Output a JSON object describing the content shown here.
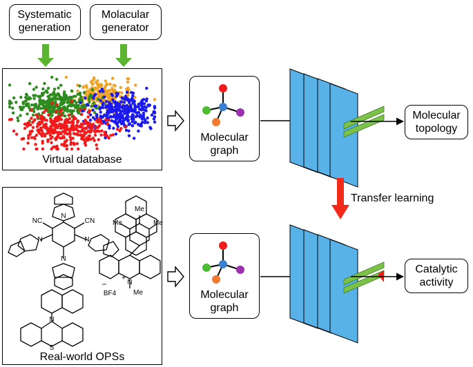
{
  "inputs": {
    "systematic": "Systematic\ngeneration",
    "generator": "Molacular\ngenerator"
  },
  "virtual_db": {
    "label": "Virtual database"
  },
  "real_opss": {
    "label": "Real-world OPSs"
  },
  "graph_top": {
    "label": "Molecular\ngraph"
  },
  "graph_bottom": {
    "label": "Molecular\ngraph"
  },
  "output_top": {
    "label": "Molecular\ntopology"
  },
  "output_bottom": {
    "label": "Catalytic\nactivity"
  },
  "transfer": {
    "label": "Transfer learning"
  },
  "chem_labels": {
    "nc": "NC",
    "cn": "CN",
    "n": "N",
    "s": "S",
    "me": "Me",
    "bf4": "BF4",
    "plus": "+",
    "minus": "−"
  },
  "colors": {
    "green_arrow": "#5cb531",
    "red_arrow": "#f22a1a",
    "layer_fill": "#58b2e8",
    "cluster_green": "#2e8b1e",
    "cluster_orange": "#f0a325",
    "cluster_blue": "#1a1aee",
    "cluster_red": "#f21a1a",
    "node_red": "#f21a1a",
    "node_green": "#4cbc30",
    "node_blue": "#3a7fd0",
    "node_orange": "#f07b30",
    "node_purple": "#9b30b0"
  }
}
